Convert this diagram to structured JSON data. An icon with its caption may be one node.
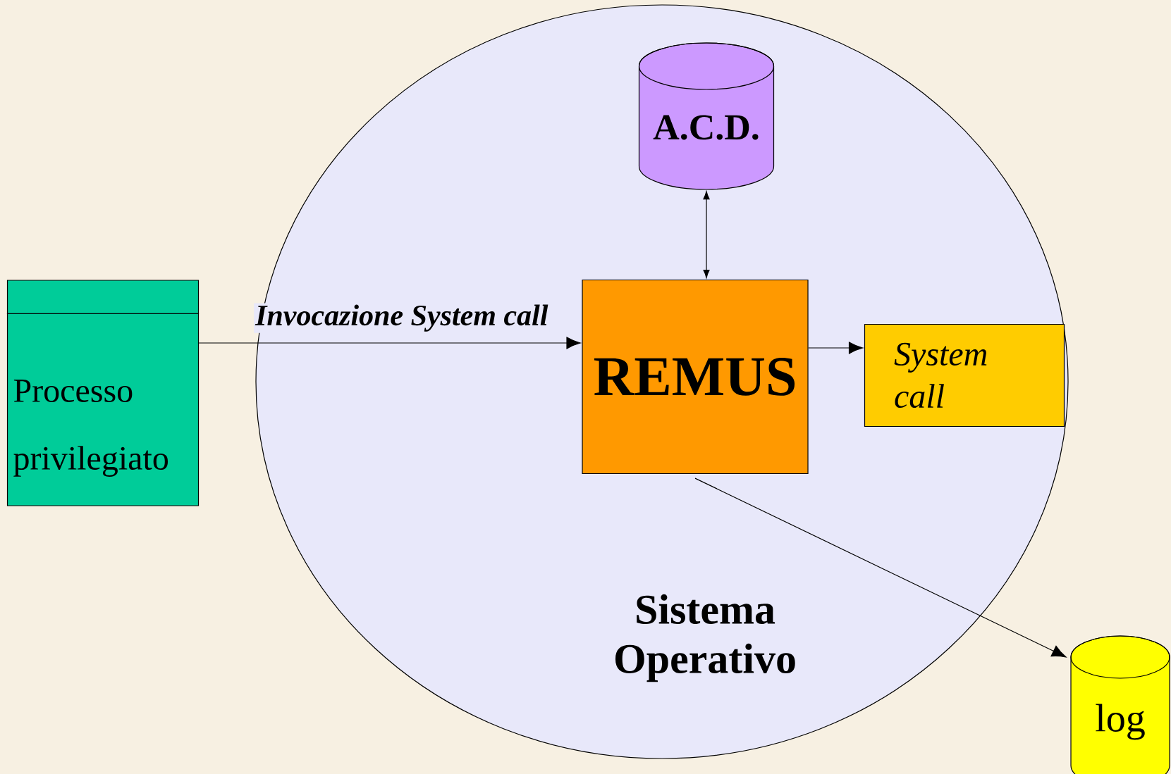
{
  "diagram": {
    "nodes": [
      {
        "text": [
          "Sistema Operativo"
        ]
      },
      {
        "text": [
          "A.C.D."
        ],
        "in": 0
      },
      {
        "text": [
          "REMUS"
        ],
        "in": 0
      },
      {
        "text": [
          "System call"
        ],
        "in": 0
      },
      {
        "text": [
          "Processo privilegiato"
        ]
      },
      {
        "text": [
          "log"
        ]
      }
    ],
    "edges": [
      {
        "from": 4,
        "to": 2,
        "arrow": "to",
        "label": "Invocazione System call"
      },
      {
        "from": 1,
        "to": 2,
        "arrow": "both"
      },
      {
        "from": 2,
        "to": 3,
        "arrow": "to"
      },
      {
        "from": 2,
        "to": 5,
        "arrow": "to"
      }
    ]
  }
}
